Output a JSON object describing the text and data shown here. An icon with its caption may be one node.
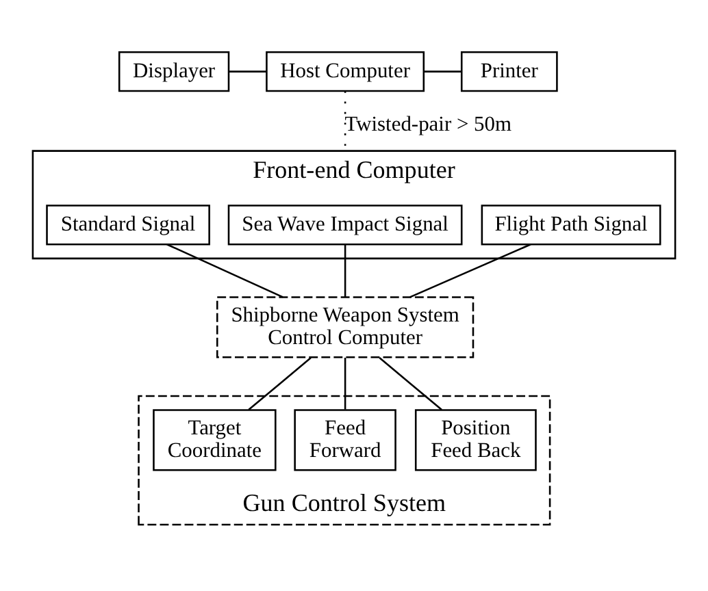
{
  "diagram": {
    "nodes": [
      {
        "text": [
          "Displayer"
        ]
      },
      {
        "text": [
          "Host Computer"
        ]
      },
      {
        "text": [
          "Printer"
        ]
      },
      {
        "text": [
          "Front-end Computer"
        ]
      },
      {
        "text": [
          "Standard Signal"
        ],
        "in": 3
      },
      {
        "text": [
          "Sea Wave Impact Signal"
        ],
        "in": 3
      },
      {
        "text": [
          "Flight Path Signal"
        ],
        "in": 3
      },
      {
        "text": [
          "Shipborne Weapon System Control Computer"
        ]
      },
      {
        "text": [
          "Gun Control System"
        ]
      },
      {
        "text": [
          "Target Coordinate"
        ],
        "in": 8
      },
      {
        "text": [
          "Feed Forward"
        ],
        "in": 8
      },
      {
        "text": [
          "Position Feed Back"
        ],
        "in": 8
      }
    ],
    "edges": [
      {
        "from": 0,
        "to": 1,
        "arrow": "none"
      },
      {
        "from": 1,
        "to": 2,
        "arrow": "none"
      },
      {
        "from": 1,
        "to": 3,
        "arrow": "none",
        "style": "dashed",
        "label": "Twisted-pair > 50m"
      },
      {
        "from": 4,
        "to": 7,
        "arrow": "none"
      },
      {
        "from": 5,
        "to": 7,
        "arrow": "none"
      },
      {
        "from": 6,
        "to": 7,
        "arrow": "none"
      },
      {
        "from": 7,
        "to": 9,
        "arrow": "none"
      },
      {
        "from": 7,
        "to": 10,
        "arrow": "none"
      },
      {
        "from": 7,
        "to": 11,
        "arrow": "none"
      }
    ]
  }
}
